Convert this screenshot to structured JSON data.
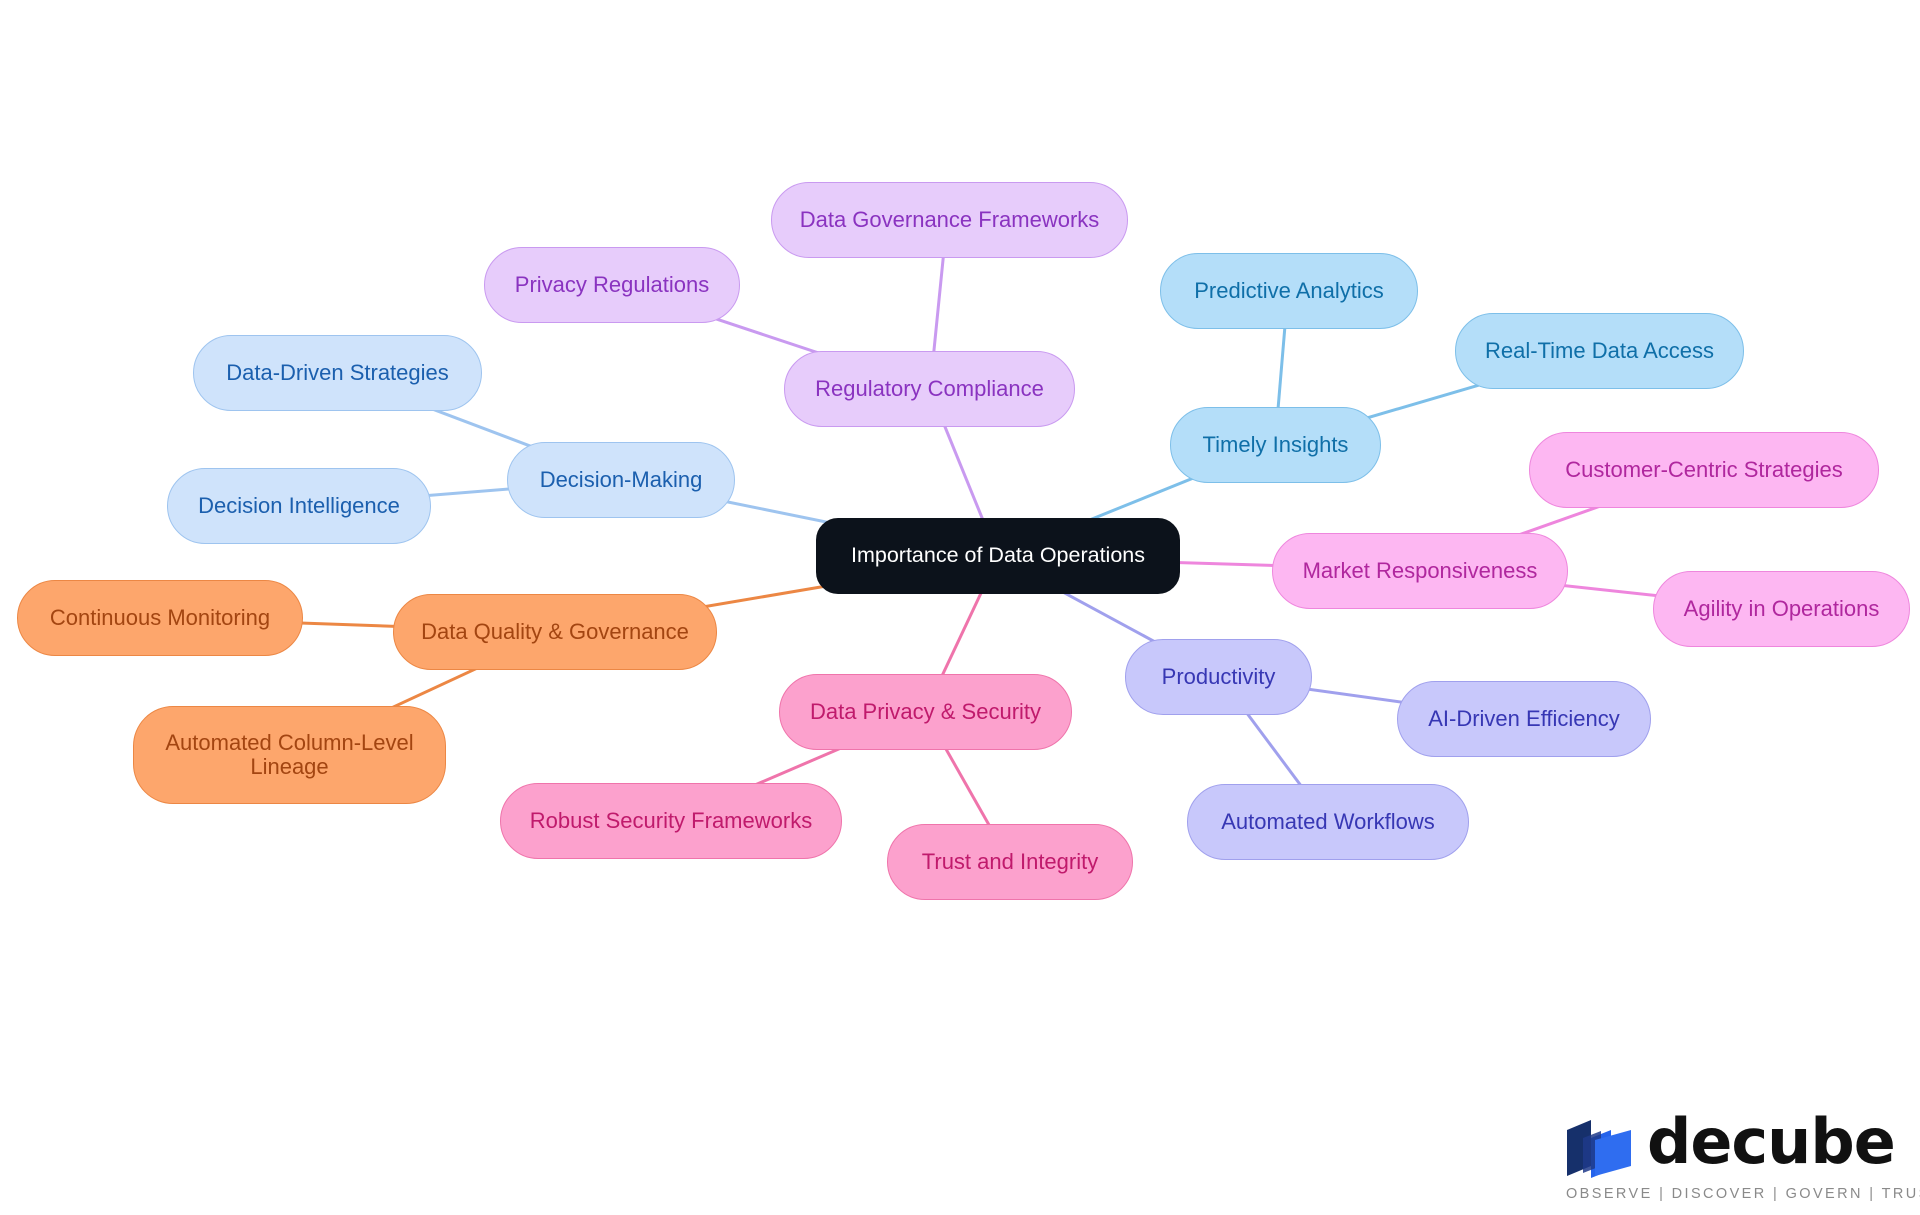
{
  "diagram": {
    "center": "Importance of Data Operations",
    "branches": {
      "decision_making": {
        "label": "Decision-Making",
        "children": [
          "Data-Driven Strategies",
          "Decision Intelligence"
        ],
        "color": "#cfe3fb"
      },
      "regulatory_compliance": {
        "label": "Regulatory Compliance",
        "children": [
          "Privacy Regulations",
          "Data Governance Frameworks"
        ],
        "color": "#e7ccfb"
      },
      "timely_insights": {
        "label": "Timely Insights",
        "children": [
          "Predictive Analytics",
          "Real-Time Data Access"
        ],
        "color": "#b4def9"
      },
      "market_responsiveness": {
        "label": "Market Responsiveness",
        "children": [
          "Customer-Centric Strategies",
          "Agility in Operations"
        ],
        "color": "#fdb7f2"
      },
      "data_quality": {
        "label": "Data Quality & Governance",
        "children": [
          "Continuous Monitoring",
          "Automated Column-Level Lineage"
        ],
        "color": "#fda66c"
      },
      "data_privacy": {
        "label": "Data Privacy & Security",
        "children": [
          "Robust Security Frameworks",
          "Trust and Integrity"
        ],
        "color": "#fca1cd"
      },
      "productivity": {
        "label": "Productivity",
        "children": [
          "AI-Driven Efficiency",
          "Automated Workflows"
        ],
        "color": "#c8c8fb"
      }
    }
  },
  "logo": {
    "wordmark": "decube",
    "tagline": "OBSERVE | DISCOVER | GOVERN | TRUST",
    "icon": "decube-cube-logo-icon"
  }
}
